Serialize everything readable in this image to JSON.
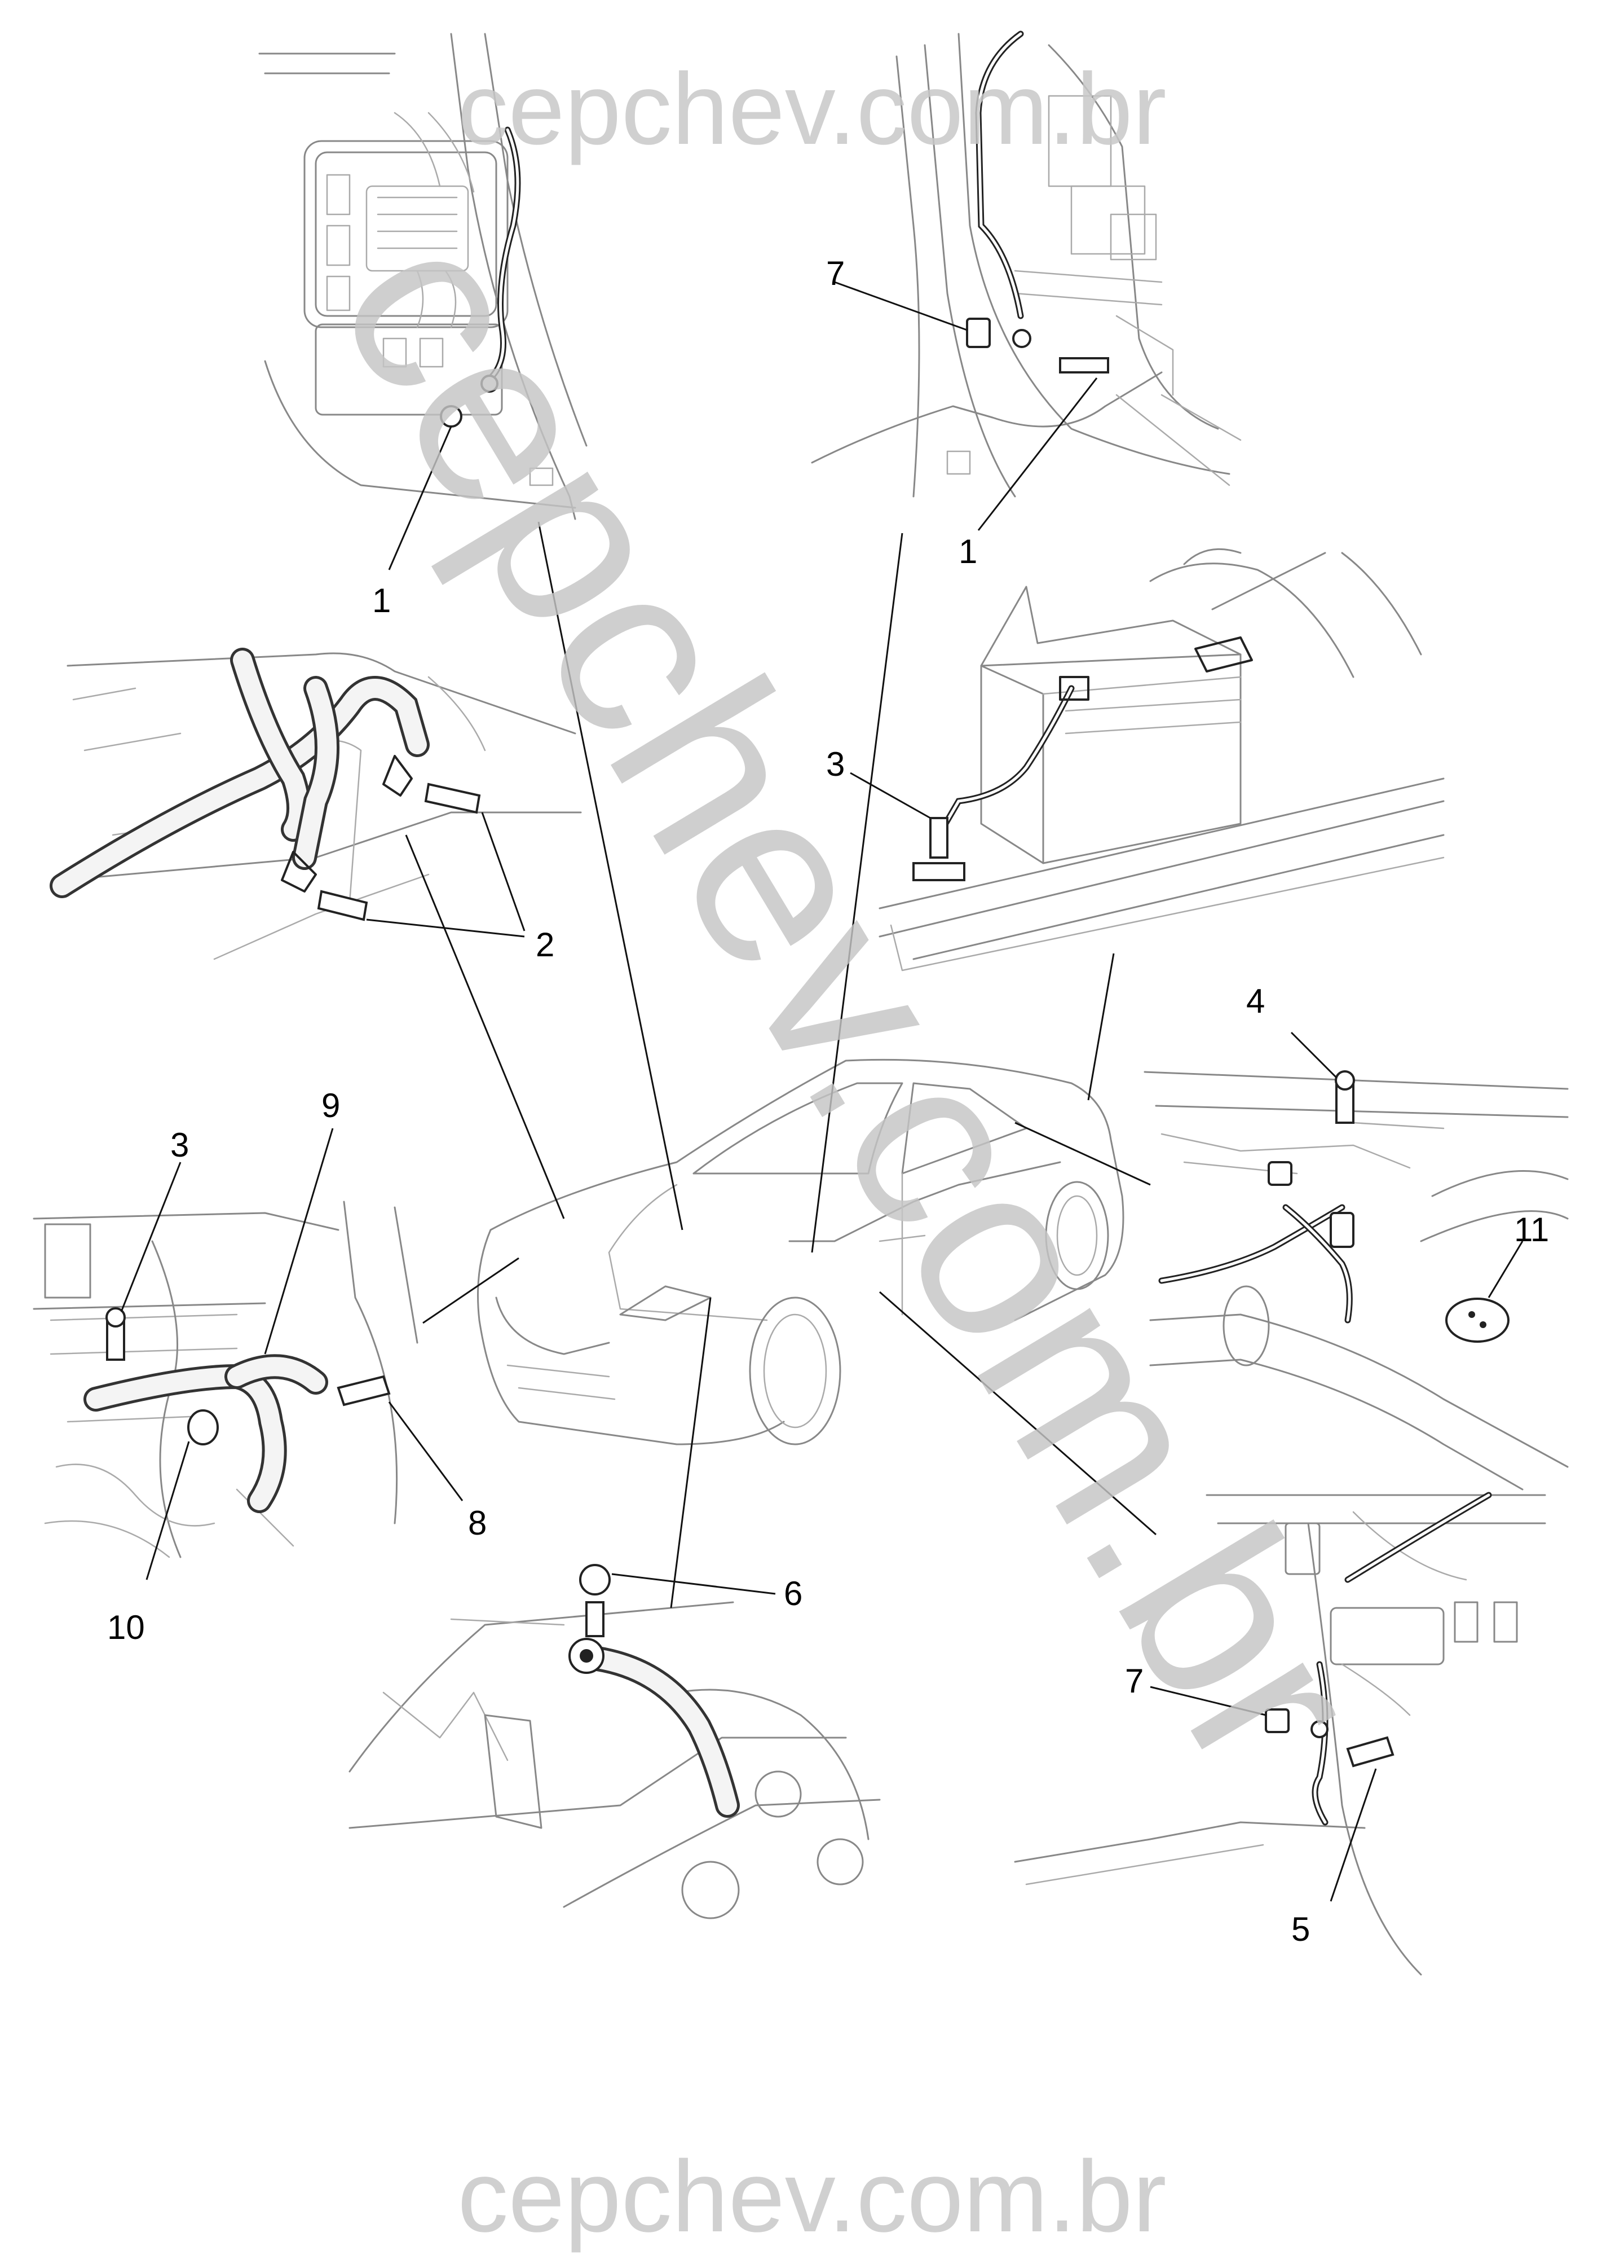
{
  "watermark": {
    "top": "cepchev.com.br",
    "diagonal": "cepchev.com.br",
    "bottom": "cepchev.com.br",
    "color": "#c8c8c8"
  },
  "callouts": [
    {
      "id": "c1a",
      "label": "1"
    },
    {
      "id": "c1b",
      "label": "1"
    },
    {
      "id": "c2",
      "label": "2"
    },
    {
      "id": "c3a",
      "label": "3"
    },
    {
      "id": "c3b",
      "label": "3"
    },
    {
      "id": "c4",
      "label": "4"
    },
    {
      "id": "c5",
      "label": "5"
    },
    {
      "id": "c6",
      "label": "6"
    },
    {
      "id": "c7a",
      "label": "7"
    },
    {
      "id": "c7b",
      "label": "7"
    },
    {
      "id": "c8",
      "label": "8"
    },
    {
      "id": "c9",
      "label": "9"
    },
    {
      "id": "c10",
      "label": "10"
    },
    {
      "id": "c11",
      "label": "11"
    }
  ]
}
